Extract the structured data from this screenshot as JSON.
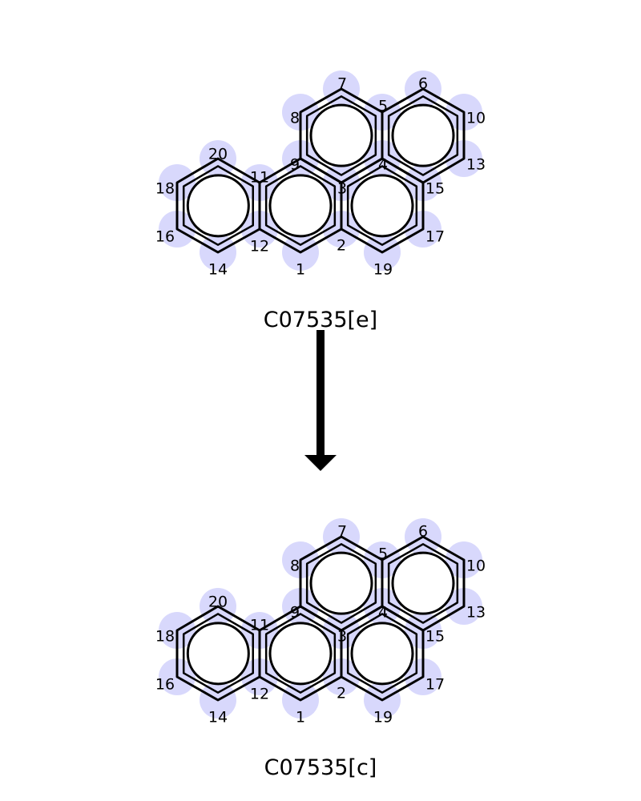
{
  "colors": {
    "bond": "#000000",
    "highlight": "#d8d8fc",
    "arrow": "#000000",
    "background": "#ffffff"
  },
  "reaction": {
    "direction": "down",
    "molecules": [
      {
        "name": "C07535[e]",
        "atoms": [
          "1",
          "2",
          "3",
          "4",
          "5",
          "6",
          "7",
          "8",
          "9",
          "10",
          "11",
          "12",
          "13",
          "14",
          "15",
          "16",
          "17",
          "18",
          "19",
          "20"
        ]
      },
      {
        "name": "C07535[c]",
        "atoms": [
          "1",
          "2",
          "3",
          "4",
          "5",
          "6",
          "7",
          "8",
          "9",
          "10",
          "11",
          "12",
          "13",
          "14",
          "15",
          "16",
          "17",
          "18",
          "19",
          "20"
        ]
      }
    ]
  }
}
